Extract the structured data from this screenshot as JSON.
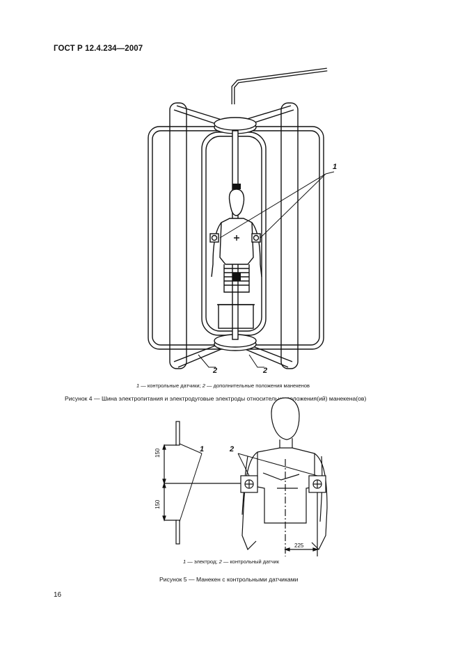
{
  "header": {
    "title": "ГОСТ Р 12.4.234—2007"
  },
  "figure4": {
    "callouts": {
      "sensors": "1",
      "positions": "2"
    },
    "legend": {
      "n1": "1",
      "t1": " — контрольные датчики; ",
      "n2": "2",
      "t2": " — дополнительные положения манекенов"
    },
    "caption": "Рисунок 4 — Шина электропитания и электродуговые электроды относительно положения(ий) манекена(ов)"
  },
  "figure5": {
    "callouts": {
      "electrode": "1",
      "sensor": "2"
    },
    "dimensions": {
      "upper": "150",
      "lower": "150",
      "horizontal": "225"
    },
    "legend": {
      "n1": "1",
      "t1": " — электрод; ",
      "n2": "2",
      "t2": " — контрольный датчик"
    },
    "caption": "Рисунок 5 — Манекен с контрольными датчиками"
  },
  "footer": {
    "page_number": "16"
  }
}
